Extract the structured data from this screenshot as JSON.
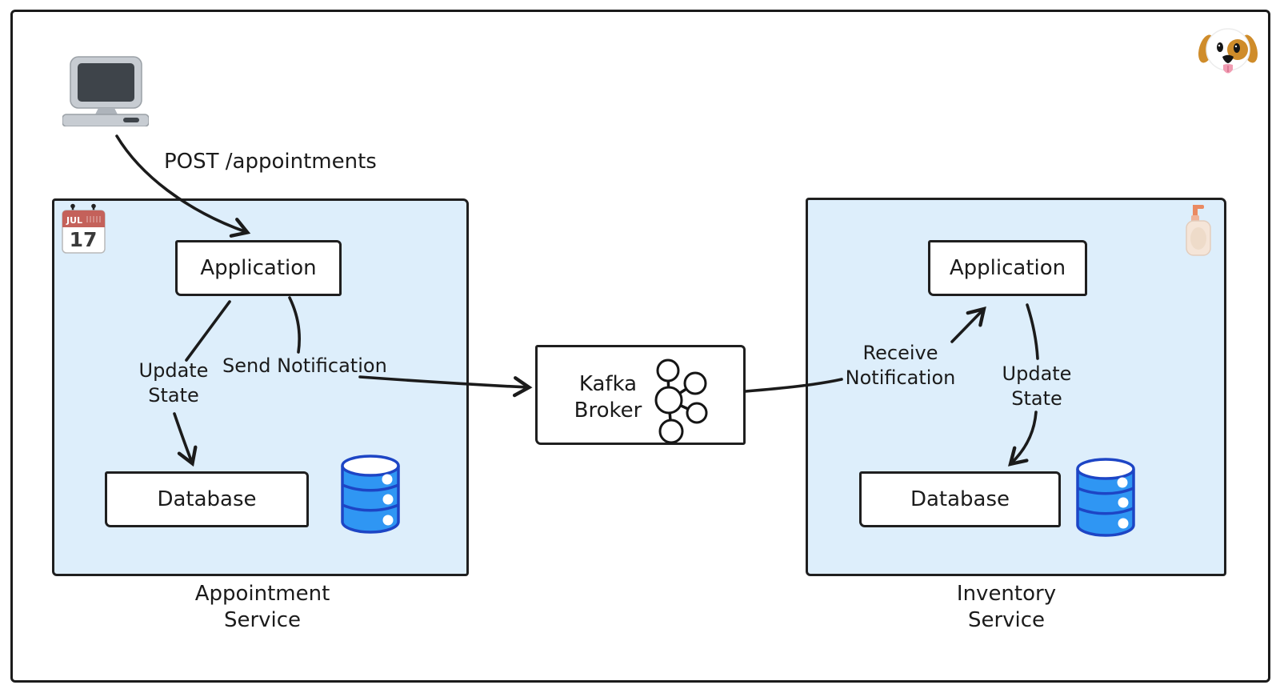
{
  "diagram": {
    "title_implicit": "",
    "labels": {
      "post_request": "POST /appointments",
      "update_state_left": "Update State",
      "send_notification": "Send Notification",
      "receive_notification": "Receive Notification",
      "update_state_right": "Update State"
    },
    "appointment_service": {
      "name": "Appointment Service",
      "application_label": "Application",
      "database_label": "Database"
    },
    "kafka": {
      "label": "Kafka Broker"
    },
    "inventory_service": {
      "name": "Inventory Service",
      "application_label": "Application",
      "database_label": "Database"
    },
    "calendar": {
      "month": "JUL",
      "day": "17"
    },
    "icons": {
      "client": "desktop-computer-icon",
      "appointment_badge": "calendar-icon",
      "inventory_badge": "lotion-bottle-icon",
      "mascot": "dog-face-icon",
      "storage": "database-cylinder-icon",
      "broker": "kafka-logo-icon"
    },
    "colors": {
      "container_fill": "#ddeefb",
      "box_fill": "#ffffff",
      "stroke": "#1b1b1b",
      "database_fill": "#2f96f3",
      "database_stroke": "#1d45c5",
      "calendar_red": "#c4615a"
    }
  }
}
